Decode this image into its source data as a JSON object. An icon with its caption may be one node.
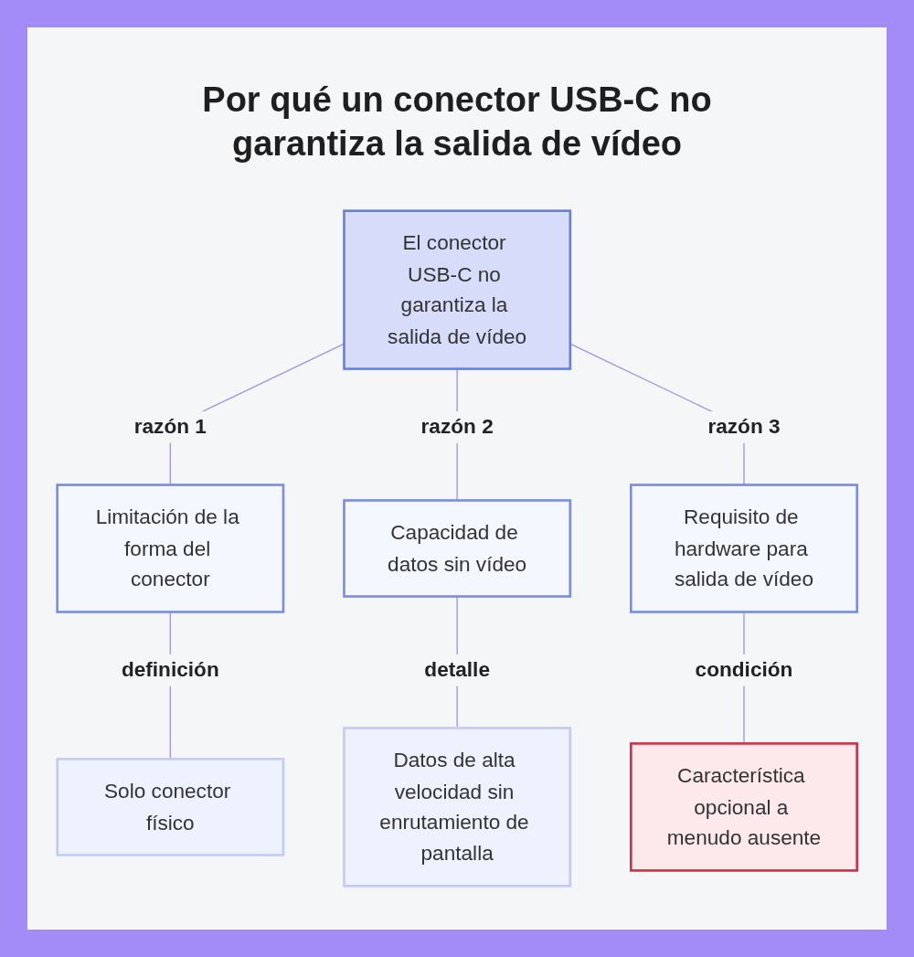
{
  "diagram": {
    "title": "Por qué un conector USB-C no garantiza la salida de vídeo",
    "nodes": [
      {
        "text": [
          "El conector USB-C no garantiza la salida de vídeo"
        ]
      },
      {
        "text": [
          "Limitación de la forma del conector"
        ]
      },
      {
        "text": [
          "Capacidad de datos sin vídeo"
        ]
      },
      {
        "text": [
          "Requisito de hardware para salida de vídeo"
        ]
      },
      {
        "text": [
          "Solo conector físico"
        ]
      },
      {
        "text": [
          "Datos de alta velocidad sin enrutamiento de pantalla"
        ]
      },
      {
        "text": [
          "Característica opcional a menudo ausente"
        ]
      }
    ],
    "edges": [
      {
        "from": 0,
        "to": 1,
        "arrow": "none",
        "label": "razón 1"
      },
      {
        "from": 0,
        "to": 2,
        "arrow": "none",
        "label": "razón 2"
      },
      {
        "from": 0,
        "to": 3,
        "arrow": "none",
        "label": "razón 3"
      },
      {
        "from": 1,
        "to": 4,
        "arrow": "none",
        "label": "definición"
      },
      {
        "from": 2,
        "to": 5,
        "arrow": "none",
        "label": "detalle"
      },
      {
        "from": 3,
        "to": 6,
        "arrow": "none",
        "label": "condición"
      }
    ]
  }
}
